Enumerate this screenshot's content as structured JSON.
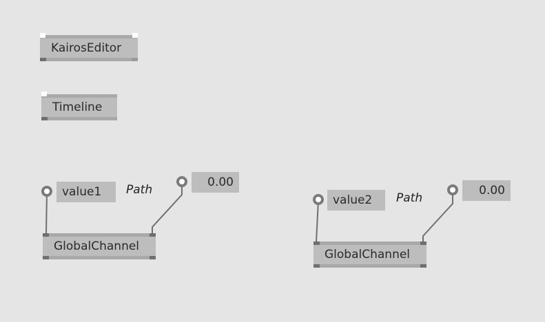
{
  "nodes": {
    "kairos_editor": {
      "label": "KairosEditor"
    },
    "timeline": {
      "label": "Timeline"
    },
    "channel_1": {
      "label": "GlobalChannel",
      "name_value": "value1",
      "path_label": "Path",
      "number_value": "0.00"
    },
    "channel_2": {
      "label": "GlobalChannel",
      "name_value": "value2",
      "path_label": "Path",
      "number_value": "0.00"
    }
  },
  "colors": {
    "background": "#e5e5e5",
    "node_fill": "#bdbdbd",
    "node_border": "#a9a9a9",
    "port": "#7a7a7a",
    "wire": "#6f6f6f"
  }
}
